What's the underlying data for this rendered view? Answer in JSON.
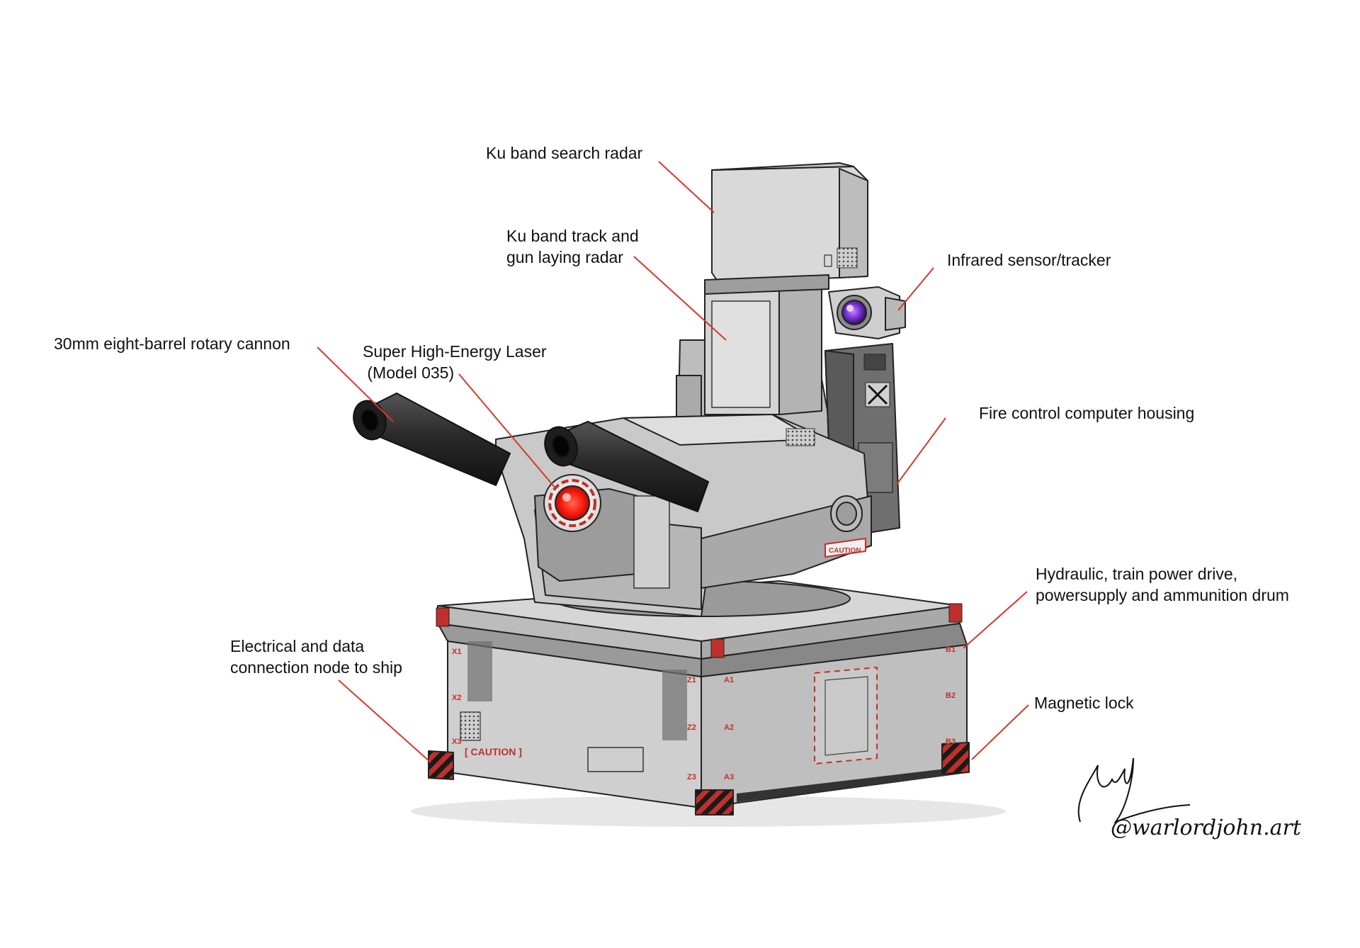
{
  "labels": {
    "search_radar": "Ku band search radar",
    "track_radar_line1": "Ku band track and",
    "track_radar_line2": "gun laying radar",
    "infrared": "Infrared sensor/tracker",
    "cannon": "30mm eight-barrel rotary cannon",
    "laser_line1": "Super High-Energy Laser",
    "laser_line2": " (Model 035)",
    "fire_control": "Fire control computer housing",
    "hydraulic_line1": "Hydraulic, train power drive,",
    "hydraulic_line2": "powersupply and ammunition drum",
    "electrical_line1": "Electrical and data",
    "electrical_line2": "connection node to ship",
    "magnetic_lock": "Magnetic lock"
  },
  "markings": {
    "caution_turret": "CAUTION",
    "caution_base": "[ CAUTION ]",
    "x1": "X1",
    "x2": "X2",
    "x3": "X3",
    "z1": "Z1",
    "z2": "Z2",
    "z3": "Z3",
    "a1": "A1",
    "a2": "A2",
    "a3": "A3",
    "b1": "B1",
    "b2": "B2",
    "b3": "B3"
  },
  "signature": "@warlordjohn.art",
  "colors": {
    "leader_line": "#d33a2c",
    "laser_glow": "#ff2a1a",
    "ir_lens": "#7a2fd6",
    "body_light": "#d8d8d8",
    "body_mid": "#bdbdbd",
    "body_dark": "#8f8f8f",
    "barrel": "#2e2e2e",
    "hazard_red": "#c0302a",
    "hazard_black": "#1a1a1a"
  },
  "icons": {
    "laser": "laser-emitter-icon",
    "ir": "infrared-lens-icon",
    "hazard": "hazard-stripe-icon"
  }
}
